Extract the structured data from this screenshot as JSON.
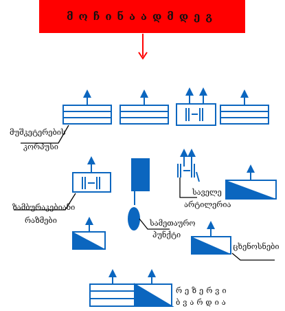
{
  "title": "მოჩინაადმდეგ",
  "labels": {
    "musketeers_line1": "მუშკეტერების",
    "musketeers_line2": "კორპუსი",
    "regiment_line1": "ზამბურაკებიანი",
    "regiment_line2": "რაზმები",
    "light_artillery_line1": "საველე",
    "light_artillery_line2": "არტილერია",
    "command_post_line1": "სამეთაურო",
    "command_post_line2": "პუნქტი",
    "cavalry": "ცხენოსნები",
    "reserve_line1": "რეზერვი",
    "reserve_line2": "ბვარდია"
  },
  "colors": {
    "title_bg": "#ff0000",
    "arrow_red": "#ff0000",
    "unit_blue": "#0b66bf",
    "line_black": "#000000"
  }
}
